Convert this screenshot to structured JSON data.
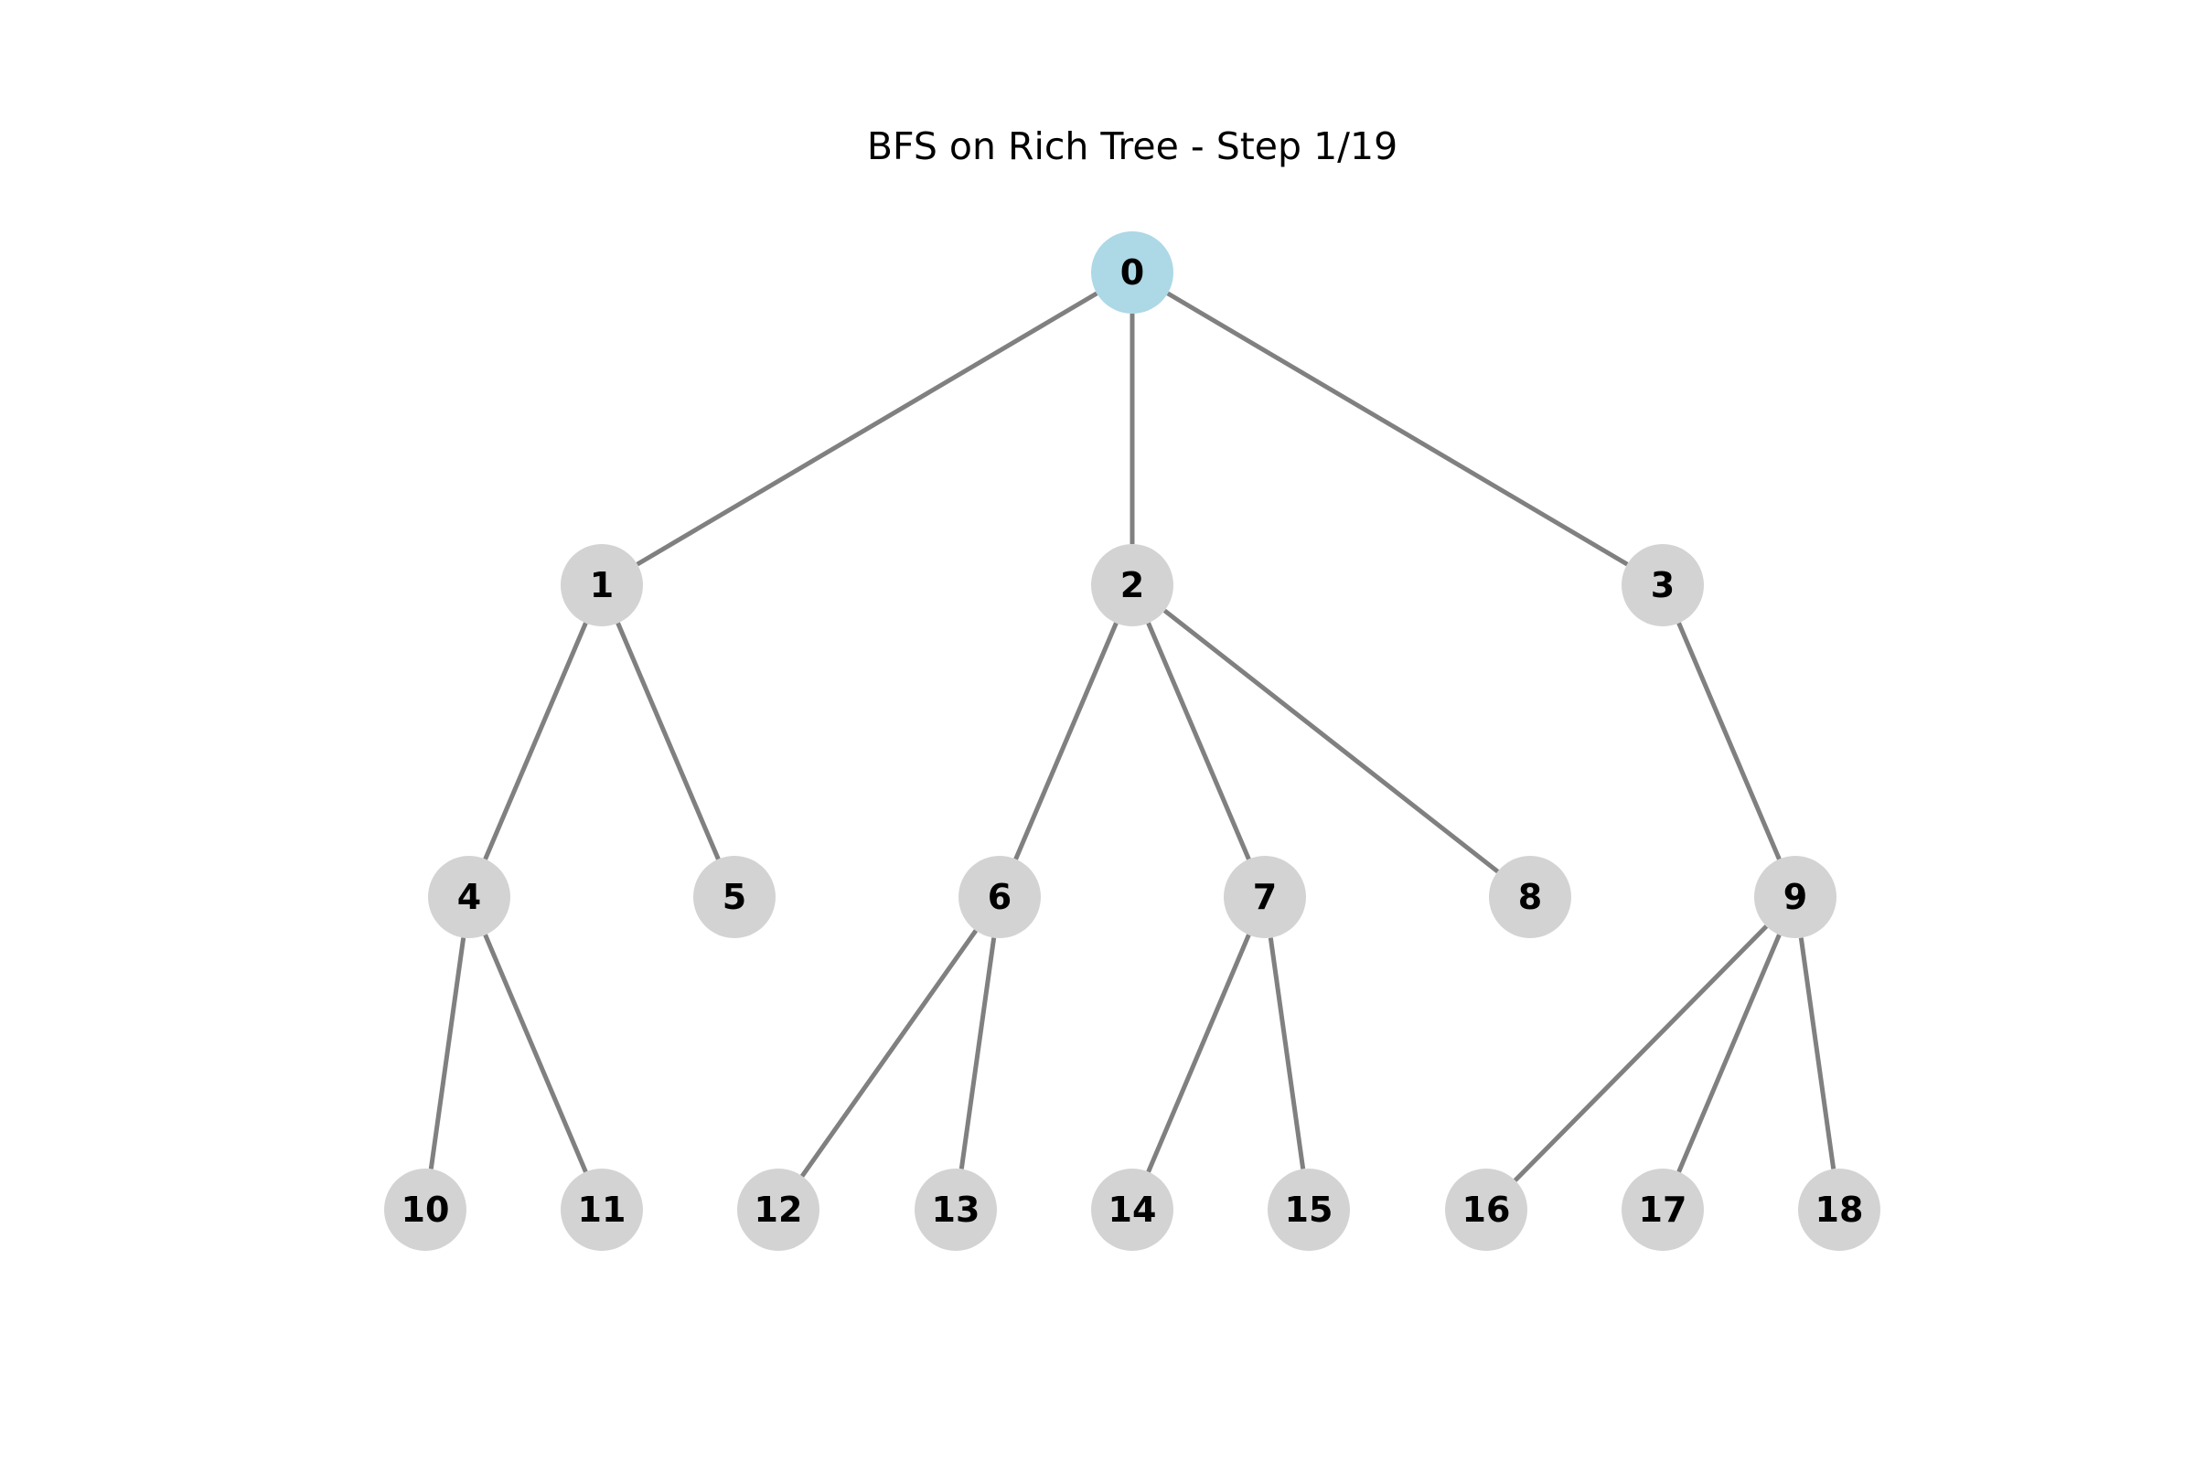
{
  "title": "BFS on Rich Tree - Step 1/19",
  "colors": {
    "visited": "#add8e6",
    "unvisited": "#d3d3d3",
    "edge": "#808080",
    "background": "#ffffff"
  },
  "tree": {
    "nodes": [
      {
        "id": 0,
        "label": "0",
        "state": "visited"
      },
      {
        "id": 1,
        "label": "1",
        "state": "unvisited"
      },
      {
        "id": 2,
        "label": "2",
        "state": "unvisited"
      },
      {
        "id": 3,
        "label": "3",
        "state": "unvisited"
      },
      {
        "id": 4,
        "label": "4",
        "state": "unvisited"
      },
      {
        "id": 5,
        "label": "5",
        "state": "unvisited"
      },
      {
        "id": 6,
        "label": "6",
        "state": "unvisited"
      },
      {
        "id": 7,
        "label": "7",
        "state": "unvisited"
      },
      {
        "id": 8,
        "label": "8",
        "state": "unvisited"
      },
      {
        "id": 9,
        "label": "9",
        "state": "unvisited"
      },
      {
        "id": 10,
        "label": "10",
        "state": "unvisited"
      },
      {
        "id": 11,
        "label": "11",
        "state": "unvisited"
      },
      {
        "id": 12,
        "label": "12",
        "state": "unvisited"
      },
      {
        "id": 13,
        "label": "13",
        "state": "unvisited"
      },
      {
        "id": 14,
        "label": "14",
        "state": "unvisited"
      },
      {
        "id": 15,
        "label": "15",
        "state": "unvisited"
      },
      {
        "id": 16,
        "label": "16",
        "state": "unvisited"
      },
      {
        "id": 17,
        "label": "17",
        "state": "unvisited"
      },
      {
        "id": 18,
        "label": "18",
        "state": "unvisited"
      }
    ],
    "edges": [
      [
        0,
        1
      ],
      [
        0,
        2
      ],
      [
        0,
        3
      ],
      [
        1,
        4
      ],
      [
        1,
        5
      ],
      [
        2,
        6
      ],
      [
        2,
        7
      ],
      [
        2,
        8
      ],
      [
        3,
        9
      ],
      [
        4,
        10
      ],
      [
        4,
        11
      ],
      [
        6,
        12
      ],
      [
        6,
        13
      ],
      [
        7,
        14
      ],
      [
        7,
        15
      ],
      [
        9,
        16
      ],
      [
        9,
        17
      ],
      [
        9,
        18
      ]
    ]
  }
}
